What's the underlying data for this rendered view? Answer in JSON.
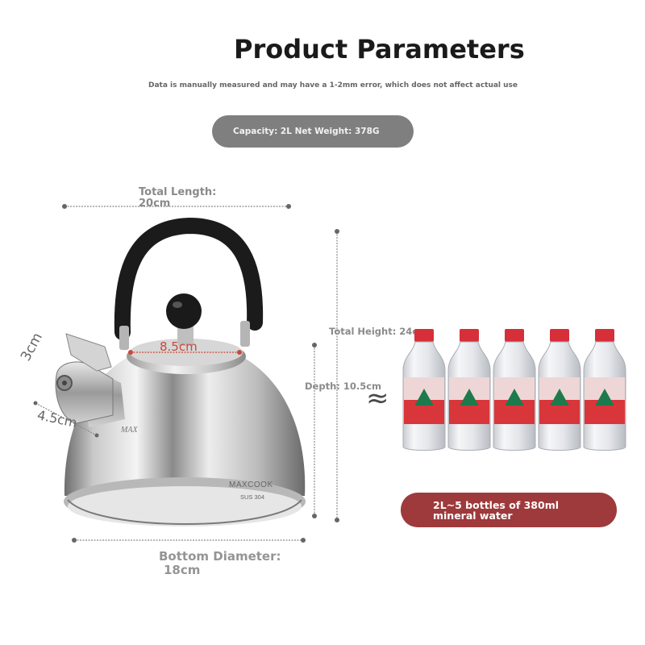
{
  "header": {
    "title": "Product Parameters",
    "note": "Data is manually measured and may have a 1-2mm error, which does not affect actual use"
  },
  "badges": {
    "capacity": "Capacity: 2L Net Weight: 378G",
    "water_line1": "2L~5 bottles of 380ml",
    "water_line2": "mineral water"
  },
  "dimensions": {
    "length_line1": "Total Length:",
    "length_line2": "20cm",
    "height": "Total Height: 24cm",
    "depth": "Depth: 10.5cm",
    "bottom_line1": "Bottom Diameter:",
    "bottom_line2": "18cm",
    "lid": "8.5cm",
    "spout_height": "3cm",
    "spout_length": "4.5cm"
  },
  "kettle": {
    "brand": "MAXCOOK",
    "material": "SUS 304",
    "max_mark": "MAX"
  },
  "comparison": {
    "symbol": "≈",
    "bottle_count": 5
  },
  "colors": {
    "capacity_badge": "#7f7f7f",
    "water_badge": "#9e3a3c",
    "bottle_label": "#d8363a",
    "bottle_cap": "#d62f3a",
    "handle": "#1b1b1b"
  }
}
